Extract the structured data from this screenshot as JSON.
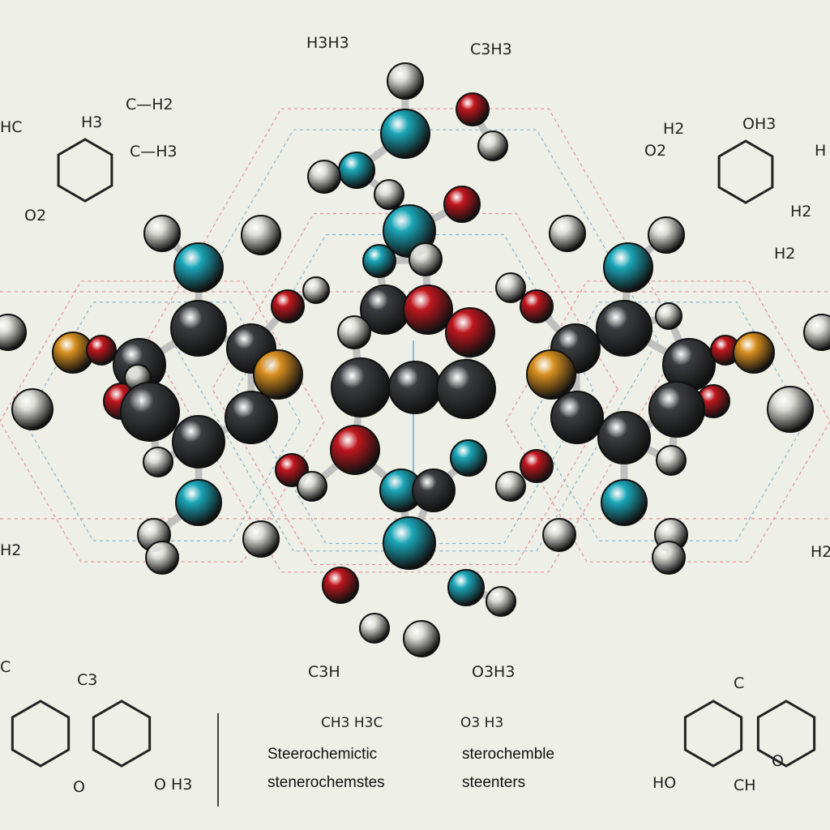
{
  "colors": {
    "background": "#eeefe6",
    "carbon": "#3a3d40",
    "nitrogen": "#1aa6b8",
    "oxygen": "#c0161e",
    "sulfur": "#d9901f",
    "hydrogen": "#dcdcd6",
    "bond": "#bfbfbf",
    "guide_red": "#e07a86",
    "guide_blue": "#6aa6c8"
  },
  "labels": {
    "top_left": "H3H3",
    "top_right": "C3H3",
    "tl_h3": "H3",
    "tl_ch2": "C—H2",
    "tl_c2h3": "C—H3",
    "tl_hc": "HC",
    "tl_o2": "O2",
    "tr_o2": "O2",
    "tr_h2": "H2",
    "tr_oh3": "OH3",
    "tr_h": "H",
    "tr_h2b": "H2",
    "tr_h2c": "H2",
    "ml_h2": "H2",
    "mr_h2": "H2",
    "bottom_c3h": "C3H",
    "bottom_o3h": "O3H3",
    "bl_c": "C",
    "bl_c3": "C3",
    "bl_o": "O",
    "bl_oh3": "O H3",
    "br_c": "C",
    "br_ho": "HO",
    "br_ch": "CH",
    "br_o": "O"
  },
  "captions": {
    "formula_left": "CH3 H3C",
    "formula_right": "O3 H3",
    "line1_left": "Steerochemictic",
    "line2_left": "stenerochemstes",
    "line1_right": "sterochemble",
    "line2_right": "steenters"
  }
}
